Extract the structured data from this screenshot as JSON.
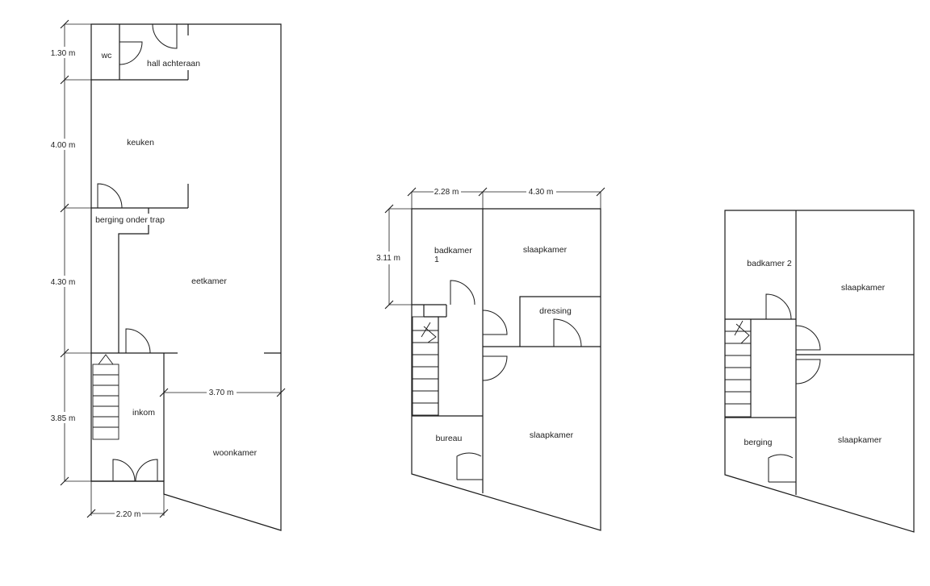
{
  "ground_floor": {
    "rooms": {
      "wc": "wc",
      "hall": "hall achteraan",
      "keuken": "keuken",
      "berging_trap": "berging onder trap",
      "eetkamer": "eetkamer",
      "inkom": "inkom",
      "woonkamer": "woonkamer"
    },
    "dimensions": {
      "d1": "1.30 m",
      "d2": "4.00 m",
      "d3": "4.30 m",
      "d4": "3.85 m",
      "d5": "3.70 m",
      "d6": "2.20 m"
    }
  },
  "first_floor": {
    "rooms": {
      "badkamer_l1": "badkamer",
      "badkamer_l2": "1",
      "slaapkamer_top": "slaapkamer",
      "dressing": "dressing",
      "bureau": "bureau",
      "slaapkamer_bottom": "slaapkamer"
    },
    "dimensions": {
      "w1": "2.28 m",
      "w2": "4.30 m",
      "h1": "3.11 m"
    }
  },
  "second_floor": {
    "rooms": {
      "badkamer2": "badkamer 2",
      "slaapkamer_top": "slaapkamer",
      "berging": "berging",
      "slaapkamer_bottom": "slaapkamer"
    }
  }
}
